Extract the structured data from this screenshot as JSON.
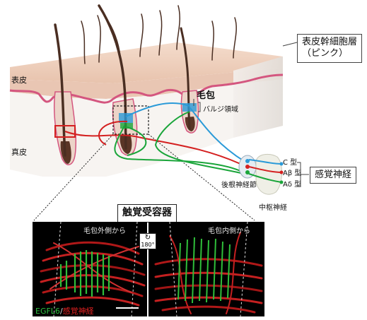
{
  "labels": {
    "epidermis": "表皮",
    "dermis": "真皮",
    "hair_follicle": "毛包",
    "bulge_region": "バルジ領域",
    "dorsal_root_ganglion": "後根神経節",
    "cns": "中枢神経",
    "fiber_c": "C 型",
    "fiber_abeta": "Aβ 型",
    "fiber_adelta": "Aδ 型",
    "sensory_nerve": "感覚神経",
    "stem_cell_line1": "表皮幹細胞層",
    "stem_cell_line2": "（ピンク）",
    "receptor_title": "触覚受容器",
    "outer_view": "毛包外側から",
    "inner_view": "毛包内側から",
    "rotation": "180°",
    "legend_green": "EGFL6",
    "legend_sep": "/",
    "legend_red": "感覚神経"
  },
  "colors": {
    "skin_top": "#eecdbb",
    "skin_side": "#f5f1ee",
    "pink_layer": "#d4567f",
    "hair": "#4a2e22",
    "nerve_red": "#d42020",
    "nerve_green": "#1aa53a",
    "nerve_blue": "#2a9ad8",
    "legend_green": "#2ec040",
    "legend_red": "#e02020"
  }
}
